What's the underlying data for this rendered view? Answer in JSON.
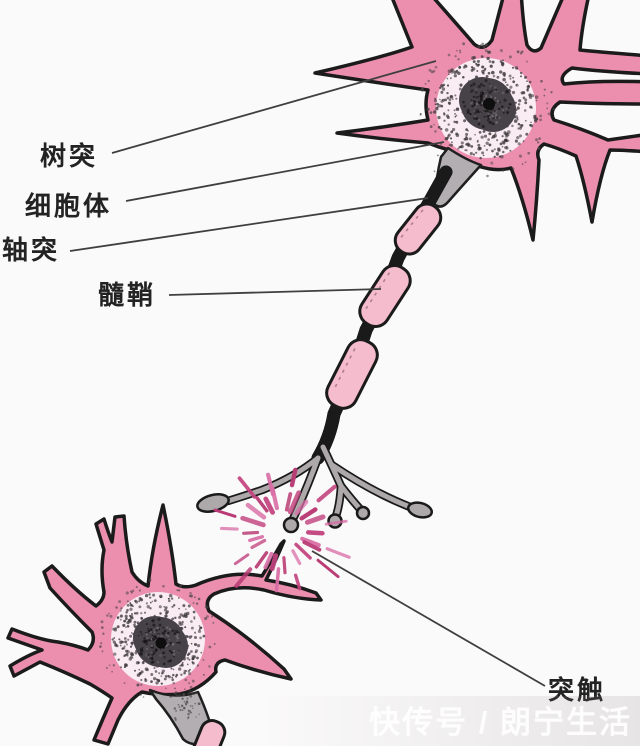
{
  "figure": {
    "type": "biology-diagram",
    "subject": "neuron structure with synapse between two neurons",
    "labels": {
      "dendrite": "树突",
      "cell_body": "细胞体",
      "axon": "轴突",
      "myelin": "髓鞘",
      "synapse": "突触"
    },
    "watermark": "快传号 / 朗宁生活",
    "colors": {
      "dendrite_pink": "#ec8fae",
      "myelin_pink": "#f4bccd",
      "soma_fill": "#f9ecf2",
      "axon_gray": "#ada9ab",
      "outline_ink": "#1b1b1b",
      "nucleus_dark": "#474247",
      "synapse_magenta": "#c2447f",
      "synapse_magenta_light": "#d96ea6",
      "label_ink": "#232323",
      "background": "#fbfafa"
    }
  }
}
